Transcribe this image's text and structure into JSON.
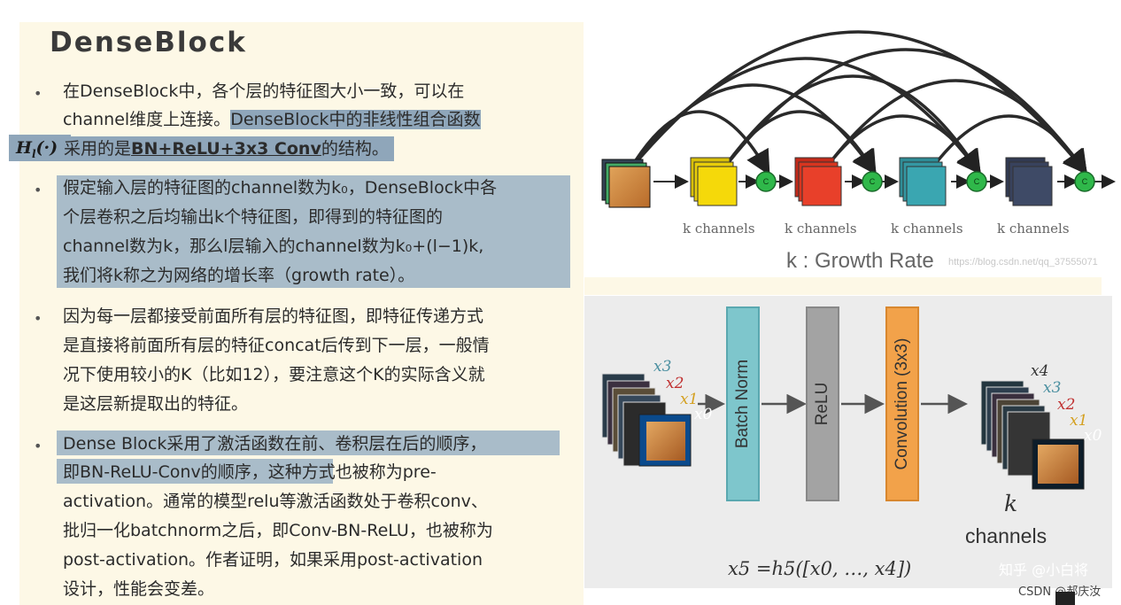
{
  "slide": {
    "title": "DenseBlock",
    "bullet1": {
      "l1": "在DenseBlock中，各个层的特征图大小一致，可以在",
      "l2a": "channel维度上连接。",
      "l2b": "DenseBlock中的非线性组合函数",
      "h_symbol": "H",
      "h_sub": "l",
      "h_arg": "(·)",
      "l3a": "采用的是",
      "l3b": "BN+ReLU+3x3 Conv",
      "l3c": "的结构。"
    },
    "bullet2": {
      "l1": "假定输入层的特征图的channel数为k₀，DenseBlock中各",
      "l2": "个层卷积之后均输出k个特征图，即得到的特征图的",
      "l3": "channel数为k，那么l层输入的channel数为k₀+(l−1)k,",
      "l4": "我们将k称之为网络的增长率（growth rate）。"
    },
    "bullet3": {
      "l1": "因为每一层都接受前面所有层的特征图，即特征传递方式",
      "l2": "是直接将前面所有层的特征concat后传到下一层，一般情",
      "l3": "况下使用较小的K（比如12），要注意这个K的实际含义就",
      "l4": "是这层新提取出的特征。"
    },
    "bullet4": {
      "l1": "Dense Block采用了激活函数在前、卷积层在后的顺序，",
      "l2a": "即BN-ReLU-Conv的顺序，",
      "l2b": "这种方式也被称为pre-",
      "l3": "activation。通常的模型relu等激活函数处于卷积conv、",
      "l4": "批归一化batchnorm之后，即Conv-BN-ReLU，也被称为",
      "l5": "post-activation。作者证明，如果采用post-activation",
      "l6": "设计，性能会变差。"
    },
    "bullet_glyph": "•"
  },
  "figure_top": {
    "channel_caption": "k channels",
    "concat_symbol": "C",
    "growth_label": "k : Growth Rate",
    "watermark": "https://blog.csdn.net/qq_37555071",
    "colors": [
      "#f5d90a",
      "#e8402a",
      "#3aa6b1",
      "#3e4a66"
    ]
  },
  "figure_bottom": {
    "stages": [
      "Batch Norm",
      "ReLU",
      "Convolution (3x3)"
    ],
    "input_labels": [
      "x3",
      "x2",
      "x1",
      "x0"
    ],
    "output_labels": [
      "x4",
      "x3",
      "x2",
      "x1",
      "x0"
    ],
    "k_label": "k",
    "channels_label": "channels",
    "equation": "x5 =h5([x0, …, x4])",
    "watermark_zhihu": "知乎 @小白将",
    "watermark_csdn": "CSDN @郝庆汝"
  }
}
